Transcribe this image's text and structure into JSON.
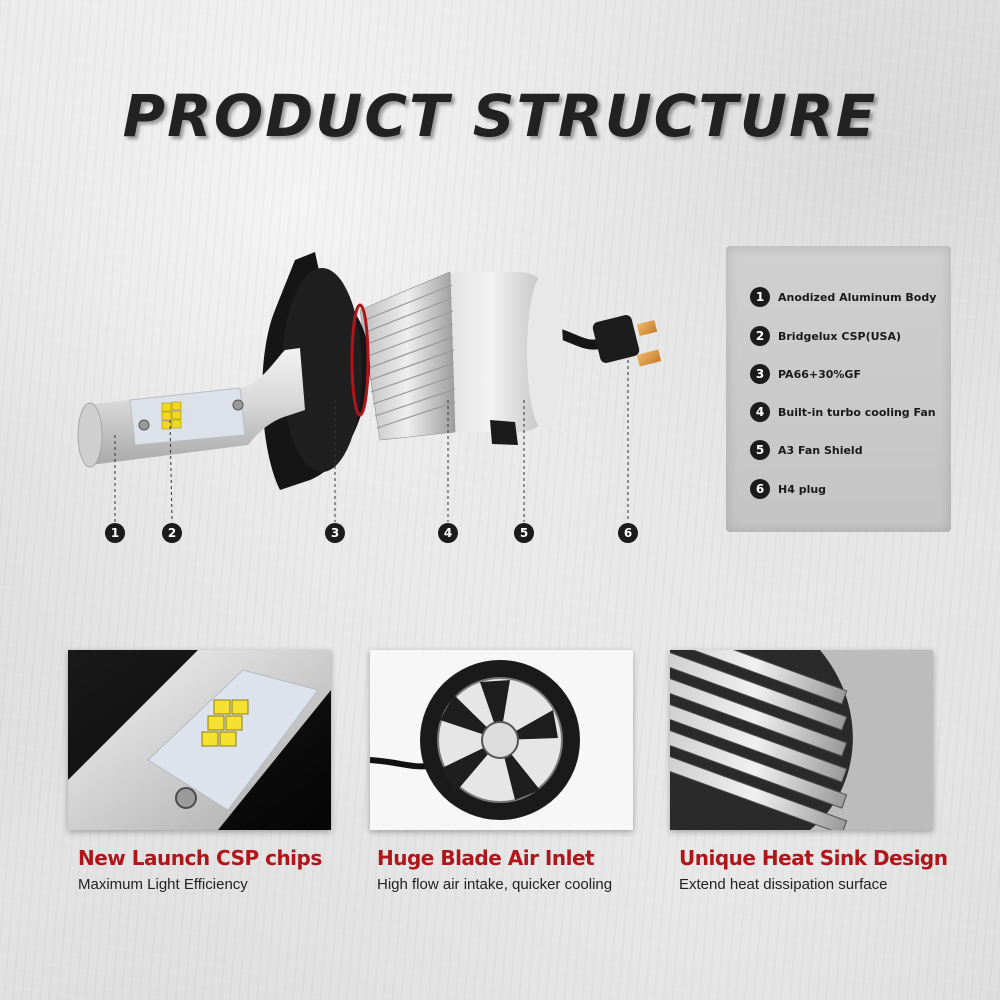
{
  "title": "PRODUCT STRUCTURE",
  "callout_numbers": [
    "1",
    "2",
    "3",
    "4",
    "5",
    "6"
  ],
  "legend": [
    {
      "num": "1",
      "label": "Anodized Aluminum Body"
    },
    {
      "num": "2",
      "label": "Bridgelux CSP(USA)"
    },
    {
      "num": "3",
      "label": "PA66+30%GF"
    },
    {
      "num": "4",
      "label": "Built-in turbo cooling Fan"
    },
    {
      "num": "5",
      "label": "A3 Fan Shield"
    },
    {
      "num": "6",
      "label": "H4 plug"
    }
  ],
  "features": [
    {
      "title": "New Launch CSP chips",
      "subtitle": "Maximum Light Efficiency"
    },
    {
      "title": "Huge Blade Air Inlet",
      "subtitle": "High flow air intake, quicker cooling"
    },
    {
      "title": "Unique Heat Sink Design",
      "subtitle": "Extend heat dissipation surface"
    }
  ],
  "colors": {
    "accent_red": "#b0151a",
    "legend_bg": "#c8c8c8",
    "title": "#222222"
  }
}
